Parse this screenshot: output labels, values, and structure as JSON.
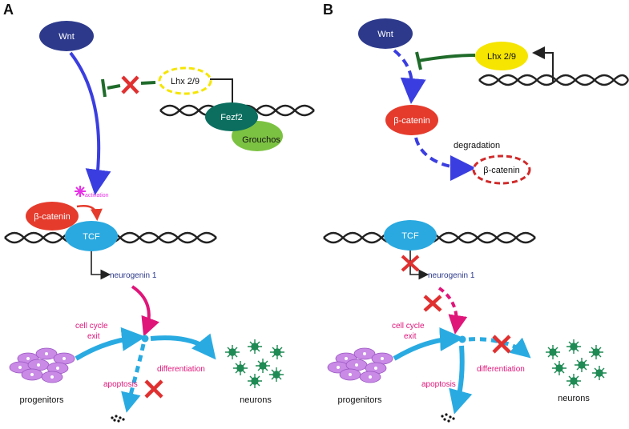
{
  "panel_a": {
    "letter": "A",
    "wnt": "Wnt",
    "lhx": "Lhx 2/9",
    "fezf2": "Fezf2",
    "grouchos": "Grouchos",
    "activation": "activation",
    "beta_catenin": "β-catenin",
    "tcf": "TCF",
    "neurogenin": "neurogenin 1",
    "cell_cycle_line1": "cell cycle",
    "cell_cycle_line2": "exit",
    "apoptosis": "apoptosis",
    "differentiation": "differentiation",
    "progenitors": "progenitors",
    "neurons": "neurons"
  },
  "panel_b": {
    "letter": "B",
    "wnt": "Wnt",
    "lhx": "Lhx 2/9",
    "beta_catenin": "β-catenin",
    "degradation": "degradation",
    "beta_catenin_degraded": "β-catenin",
    "tcf": "TCF",
    "neurogenin": "neurogenin 1",
    "cell_cycle_line1": "cell cycle",
    "cell_cycle_line2": "exit",
    "apoptosis": "apoptosis",
    "differentiation": "differentiation",
    "progenitors": "progenitors",
    "neurons": "neurons"
  },
  "colors": {
    "wnt": "#2d3a8c",
    "beta_catenin": "#e53b2c",
    "tcf": "#29a9e0",
    "lhx": "#f5e500",
    "fezf2": "#0b6e5f",
    "grouchos": "#7cc242",
    "wnt_arrow": "#3a3ee0",
    "inhibit": "#1f6b2a",
    "magenta": "#e0157a",
    "cyan_arrow": "#29abe2",
    "red_x": "#e03030",
    "progenitor": "#c98be6",
    "neuron": "#1f8a54"
  }
}
